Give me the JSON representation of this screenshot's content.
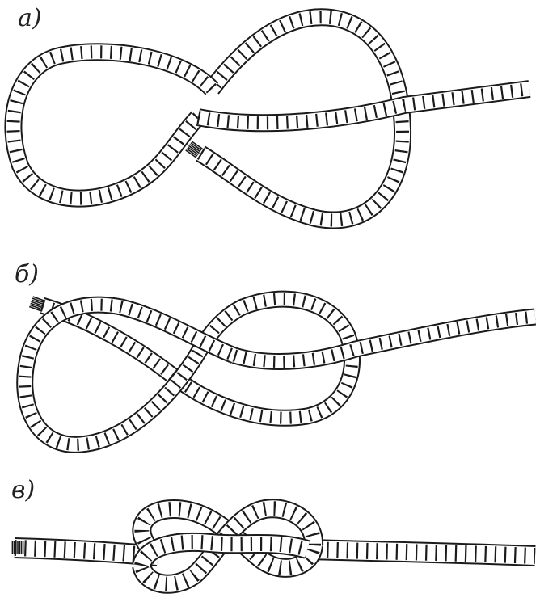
{
  "panels": [
    {
      "label": "a)"
    },
    {
      "label": "б)"
    },
    {
      "label": "в)"
    }
  ],
  "colors": {
    "ink": "#1a1a1a",
    "rope": "#ffffff",
    "background": "#ffffff"
  }
}
